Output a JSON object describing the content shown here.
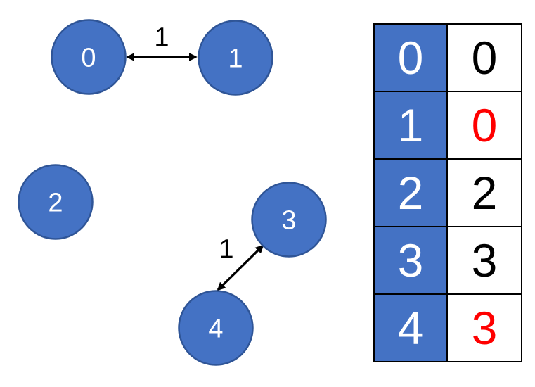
{
  "graph": {
    "nodes": [
      {
        "id": "0",
        "label": "0"
      },
      {
        "id": "1",
        "label": "1"
      },
      {
        "id": "2",
        "label": "2"
      },
      {
        "id": "3",
        "label": "3"
      },
      {
        "id": "4",
        "label": "4"
      }
    ],
    "edges": [
      {
        "from": "0",
        "to": "1",
        "weight": "1",
        "bidirectional": true
      },
      {
        "from": "3",
        "to": "4",
        "weight": "1",
        "bidirectional": true
      }
    ]
  },
  "table": {
    "rows": [
      {
        "node": "0",
        "value": "0",
        "value_red": false
      },
      {
        "node": "1",
        "value": "0",
        "value_red": true
      },
      {
        "node": "2",
        "value": "2",
        "value_red": false
      },
      {
        "node": "3",
        "value": "3",
        "value_red": false
      },
      {
        "node": "4",
        "value": "3",
        "value_red": true
      }
    ]
  },
  "colors": {
    "node_fill": "#4472C4",
    "node_border": "#2F5597",
    "node_text": "#FFFFFF",
    "edge": "#000000",
    "edge_label": "#000000",
    "table_key_fill": "#4472C4",
    "table_key_text": "#FFFFFF",
    "table_value_text": "#000000",
    "table_value_red": "#FF0000",
    "table_border": "#000000",
    "background": "#FFFFFF"
  }
}
